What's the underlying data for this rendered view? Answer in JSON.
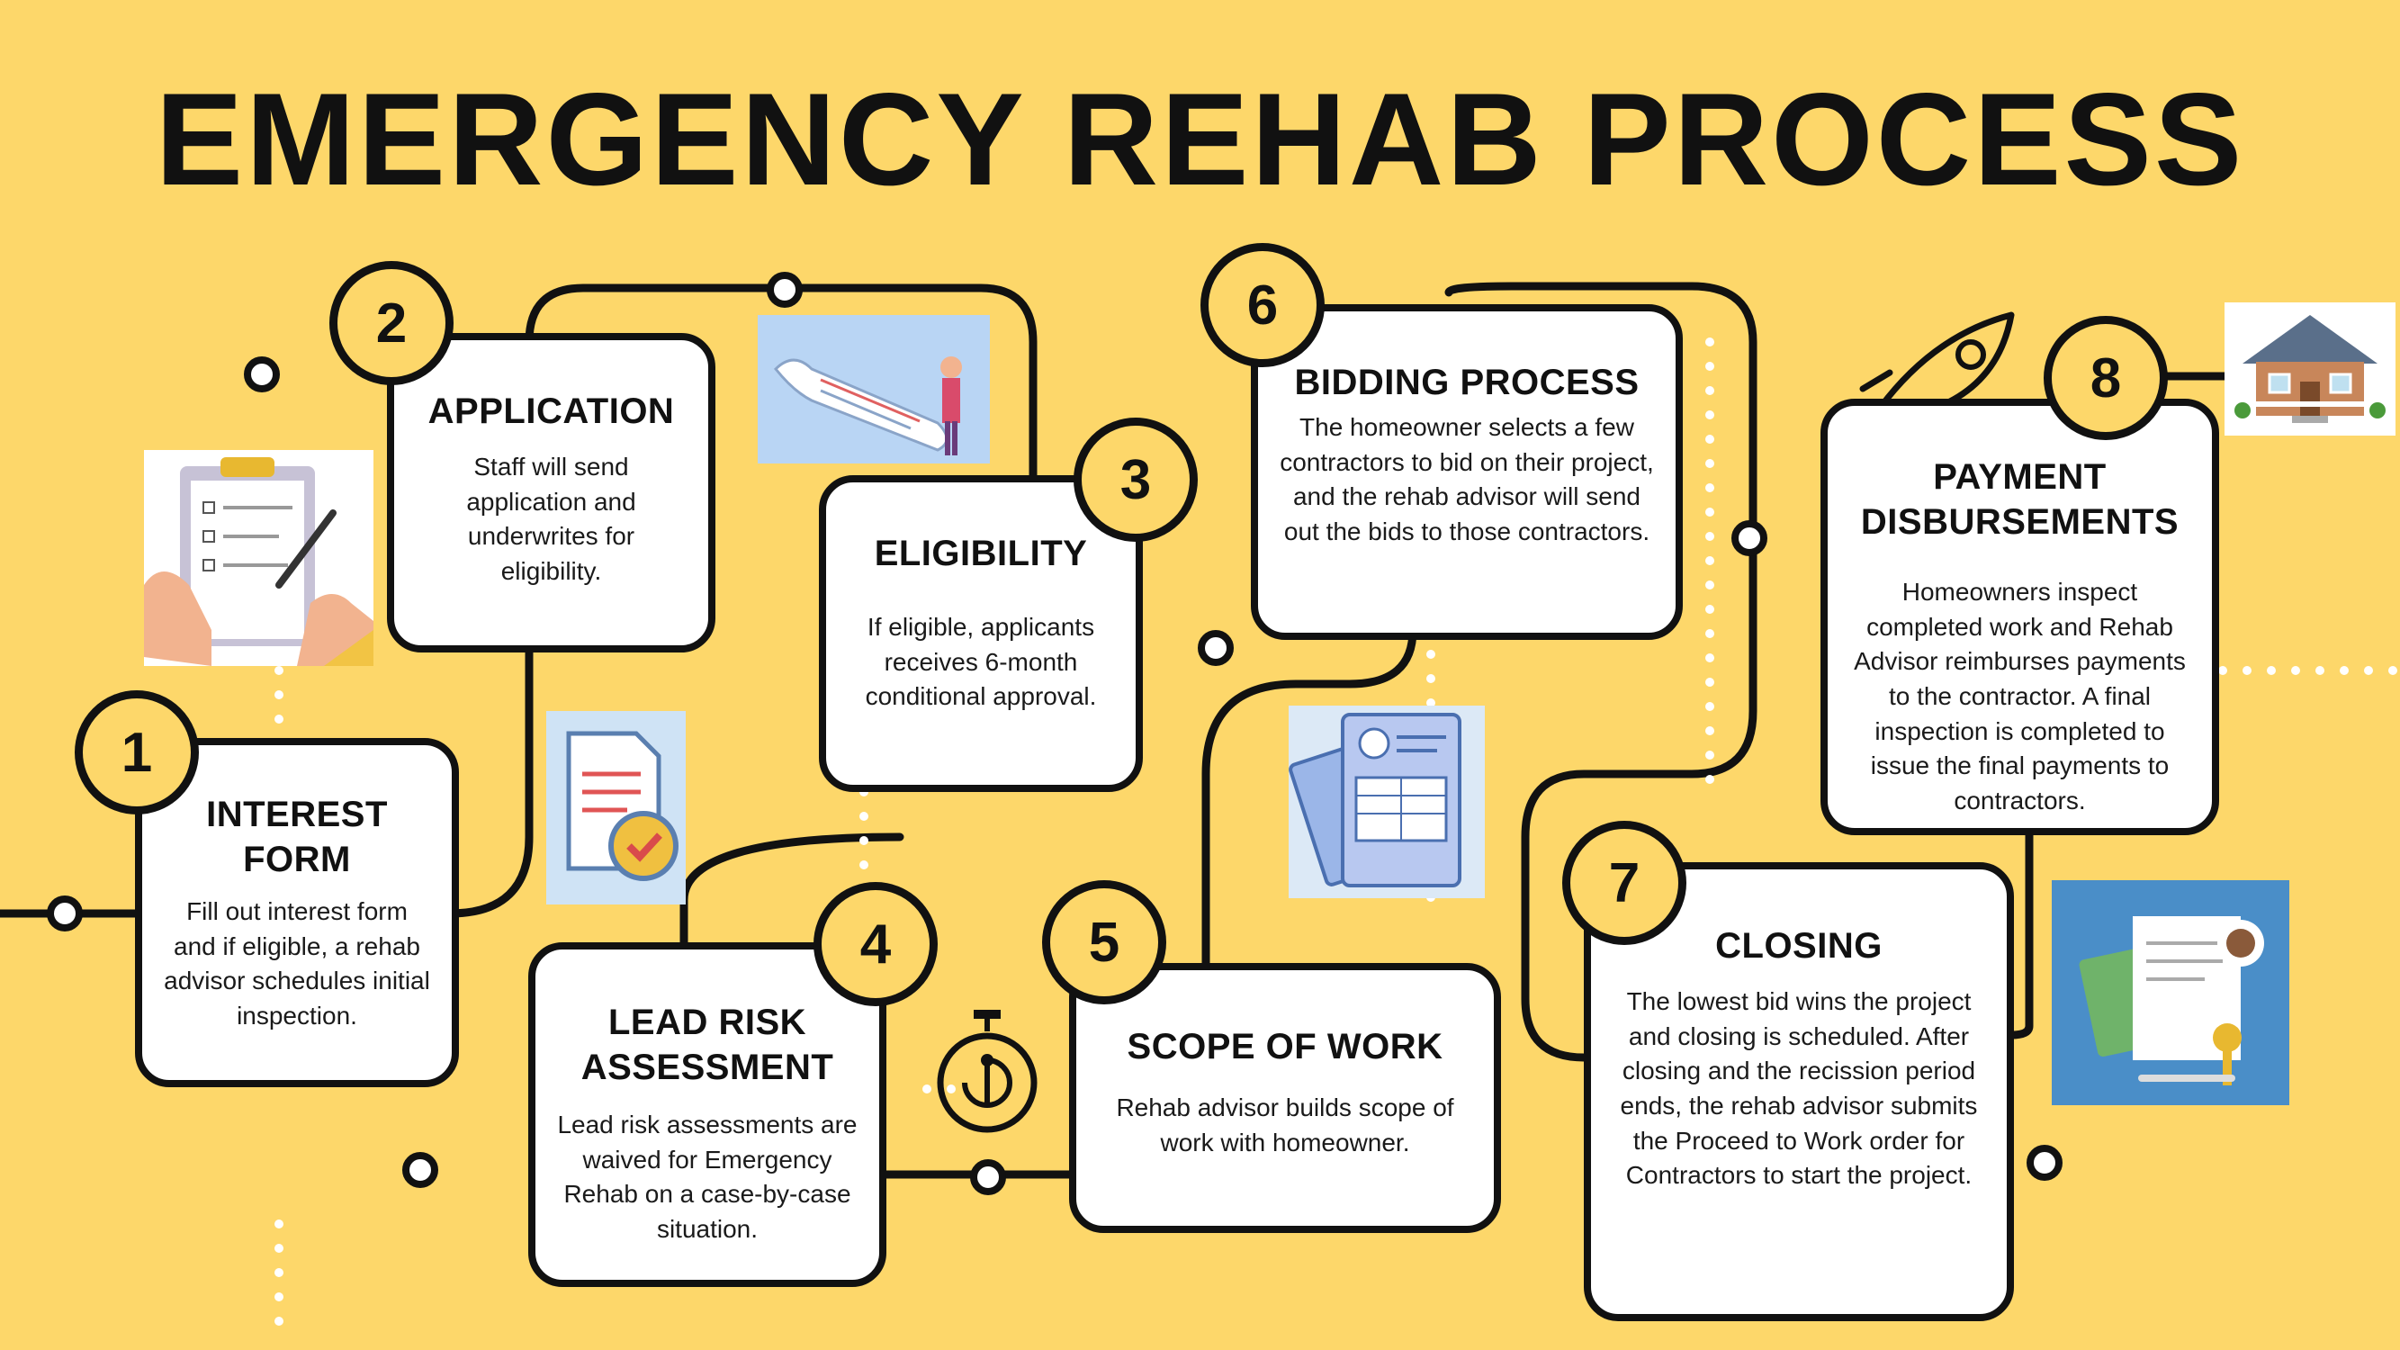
{
  "title": "EMERGENCY REHAB PROCESS",
  "steps": [
    {
      "number": "1",
      "title": "INTEREST FORM",
      "text": "Fill out interest form and if eligible, a rehab advisor schedules initial inspection."
    },
    {
      "number": "2",
      "title": "APPLICATION",
      "text": "Staff will send application and underwrites for eligibility."
    },
    {
      "number": "3",
      "title": "ELIGIBILITY",
      "text": "If eligible, applicants receives 6-month conditional approval."
    },
    {
      "number": "4",
      "title": "LEAD RISK ASSESSMENT",
      "text": "Lead risk assessments are waived for Emergency Rehab on a case-by-case situation."
    },
    {
      "number": "5",
      "title": "SCOPE OF WORK",
      "text": "Rehab advisor builds scope of work with homeowner."
    },
    {
      "number": "6",
      "title": "BIDDING PROCESS",
      "text": "The homeowner selects a few contractors to bid on their project, and the rehab advisor will send out the bids to those contractors."
    },
    {
      "number": "7",
      "title": "CLOSING",
      "text": "The lowest bid wins the project and closing is scheduled. After closing and the recission period ends, the rehab advisor submits the Proceed to Work order for Contractors to start the project."
    },
    {
      "number": "8",
      "title": "PAYMENT DISBURSEMENTS",
      "text": "Homeowners inspect completed work and Rehab Advisor reimburses payments to the contractor. A final inspection is completed to issue the final payments to contractors."
    }
  ],
  "colors": {
    "background": "#fdd76a",
    "ink": "#111111",
    "card": "#ffffff"
  },
  "illustrations": [
    "clipboard-icon",
    "document-check-icon",
    "paper-scroll-icon",
    "stopwatch-icon",
    "contract-papers-icon",
    "rocket-icon",
    "house-icon",
    "money-keys-icon"
  ]
}
